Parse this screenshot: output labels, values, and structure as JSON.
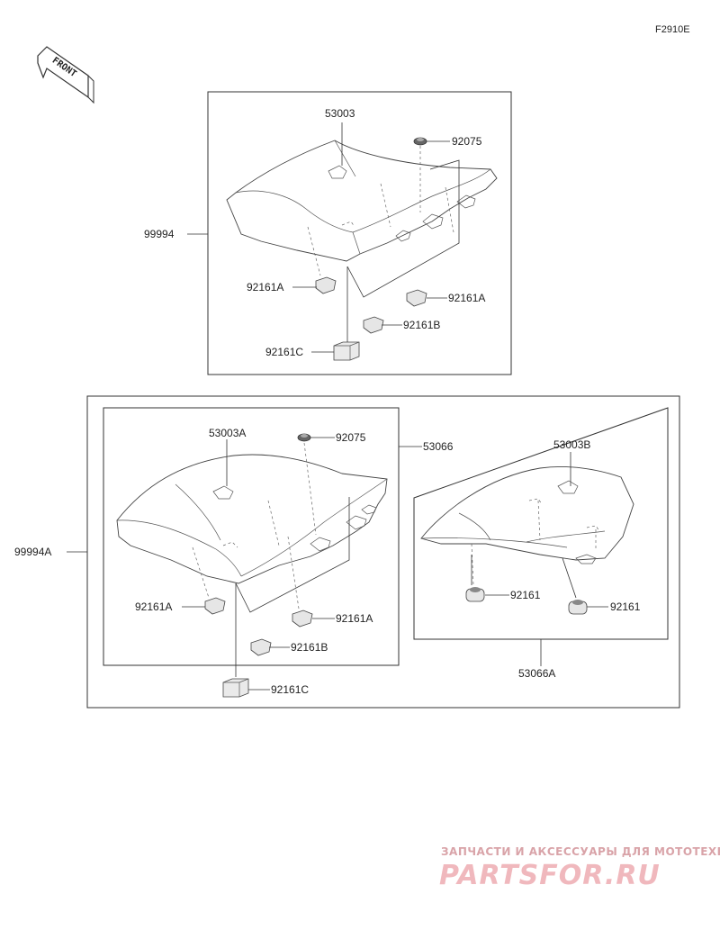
{
  "figure_code": "F2910E",
  "front_label": "FRONT",
  "top": {
    "seat": "53003",
    "grommet": "92075",
    "assembly": "99994",
    "damper_a_left": "92161A",
    "damper_a_right": "92161A",
    "damper_b": "92161B",
    "damper_c": "92161C"
  },
  "bottom": {
    "group": "99994A",
    "rider": {
      "seat": "53003A",
      "grommet": "92075",
      "damper_a_left": "92161A",
      "damper_a_right": "92161A",
      "damper_b": "92161B",
      "damper_c": "92161C"
    },
    "rider_assembly": "53066",
    "pillion": {
      "seat": "53003B",
      "damper_left": "92161",
      "damper_right": "92161",
      "assembly": "53066A"
    }
  },
  "watermark": {
    "line1": "ЗАПЧАСТИ И АКСЕССУАРЫ ДЛЯ МОТОТЕХНИКИ",
    "line2": "PARTSFOR.RU"
  }
}
